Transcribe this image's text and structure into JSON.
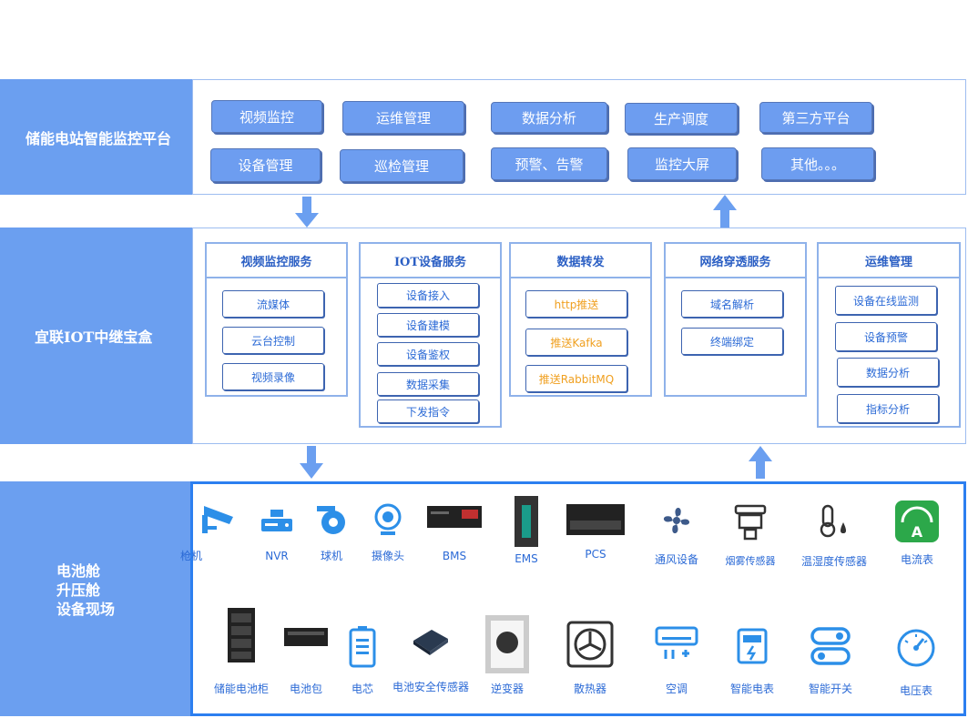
{
  "layers": {
    "top_label": "储能电站智能监控平台",
    "middle_label": "宜联IOT中继宝盒",
    "bottom_label_lines": [
      "电池舱",
      "升压舱",
      "设备现场"
    ]
  },
  "platform_buttons": [
    "视频监控",
    "运维管理",
    "数据分析",
    "生产调度",
    "第三方平台",
    "设备管理",
    "巡检管理",
    "预警、告警",
    "监控大屏",
    "其他。。。"
  ],
  "services": [
    {
      "title": "视频监控服务",
      "items": [
        "流媒体",
        "云台控制",
        "视频录像"
      ]
    },
    {
      "title": "IOT设备服务",
      "items": [
        "设备接入",
        "设备建模",
        "设备鉴权",
        "数据采集",
        "下发指令"
      ]
    },
    {
      "title": "数据转发",
      "items": [
        "http推送",
        "推送Kafka",
        "推送RabbitMQ"
      ]
    },
    {
      "title": "网络穿透服务",
      "items": [
        "域名解析",
        "终端绑定"
      ]
    },
    {
      "title": "运维管理",
      "items": [
        "设备在线监测",
        "设备预警",
        "数据分析",
        "指标分析"
      ]
    }
  ],
  "devices_row1": [
    "枪机",
    "NVR",
    "球机",
    "摄像头",
    "BMS",
    "EMS",
    "PCS",
    "通风设备",
    "烟雾传感器",
    "温湿度传感器",
    "电流表"
  ],
  "devices_row2": [
    "储能电池柜",
    "电池包",
    "电芯",
    "电池安全传感器",
    "逆变器",
    "散热器",
    "空调",
    "智能电表",
    "智能开关",
    "电压表"
  ],
  "colors": {
    "sidebar": "#6b9ff0",
    "button": "#6d9df0",
    "item_text": "#2b6ad6",
    "forward_text": "#f0a020",
    "field_border": "#2c7ff0"
  }
}
